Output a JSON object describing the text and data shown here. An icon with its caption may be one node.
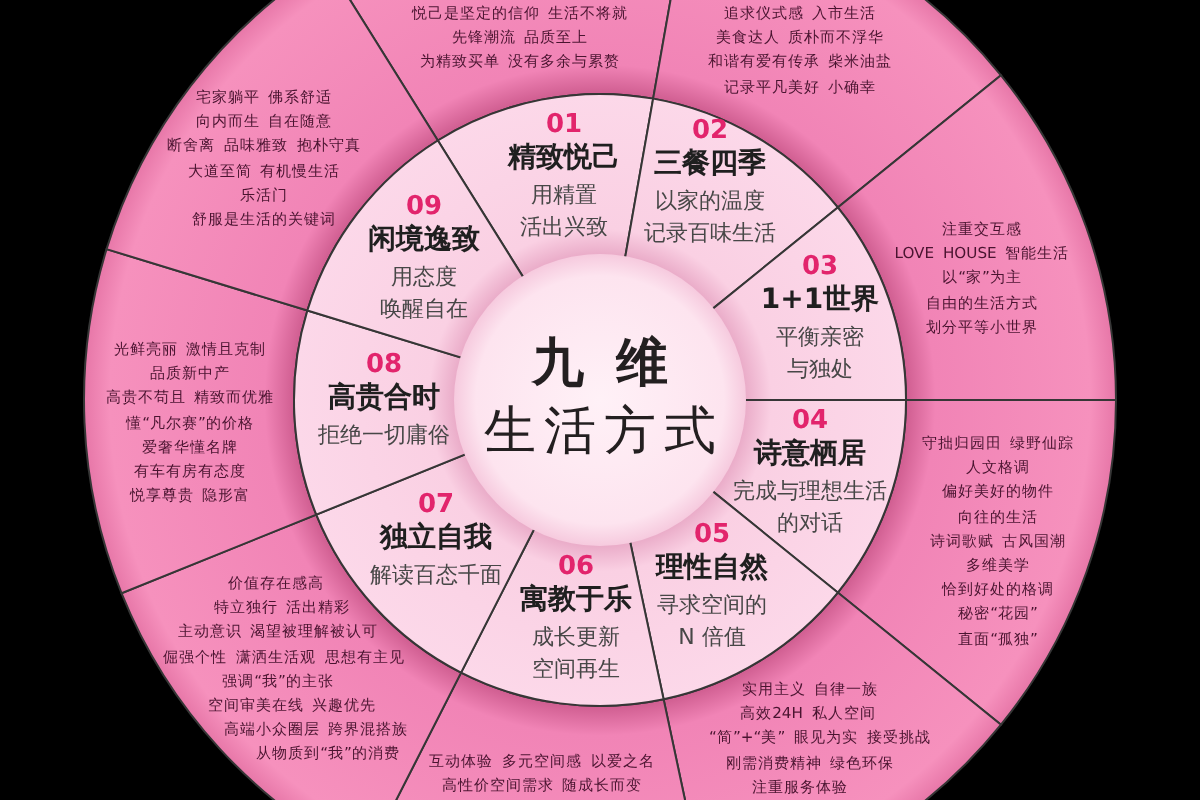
{
  "diagram": {
    "nodes": [
      {
        "text": [
          "九维",
          "生活方式"
        ]
      },
      {
        "text": [
          "01",
          "精致悦己",
          "用精置活出兴致"
        ]
      },
      {
        "text": [
          "02",
          "三餐四季",
          "以家的温度记录百味生活"
        ]
      },
      {
        "text": [
          "03",
          "1+1世界",
          "平衡亲密与独处"
        ]
      },
      {
        "text": [
          "04",
          "诗意栖居",
          "完成与理想生活的对话"
        ]
      },
      {
        "text": [
          "05",
          "理性自然",
          "寻求空间的N 倍值"
        ]
      },
      {
        "text": [
          "06",
          "寓教于乐",
          "成长更新空间再生"
        ]
      },
      {
        "text": [
          "07",
          "独立自我",
          "解读百态千面"
        ]
      },
      {
        "text": [
          "08",
          "高贵合时",
          "拒绝一切庸俗"
        ]
      },
      {
        "text": [
          "09",
          "闲境逸致",
          "用态度唤醒自在"
        ]
      },
      {
        "text": [
          "悦己是坚定的信仰 生活不将就",
          "先锋潮流 品质至上",
          "为精致买单 没有多余与累赘"
        ]
      },
      {
        "text": [
          "追求仪式感 入市生活",
          "美食达人 质朴而不浮华",
          "和谐有爱有传承 柴米油盐",
          "记录平凡美好 小确幸"
        ]
      },
      {
        "text": [
          "注重交互感",
          "LOVE HOUSE 智能生活",
          "以“家”为主",
          "自由的生活方式",
          "划分平等小世界"
        ]
      },
      {
        "text": [
          "守拙归园田 绿野仙踪",
          "人文格调",
          "偏好美好的物件",
          "向往的生活",
          "诗词歌赋 古风国潮",
          "多维美学",
          "恰到好处的格调",
          "秘密“花园”",
          "直面“孤独”"
        ]
      },
      {
        "text": [
          "实用主义 自律一族",
          "高效24H 私人空间",
          "“简”+“美” 眼见为实 接受挑战",
          "刚需消费精神 绿色环保",
          "注重服务体验"
        ]
      },
      {
        "text": [
          "互动体验 多元空间感 以爱之名",
          "高性价空间需求 随成长而变"
        ]
      },
      {
        "text": [
          "价值存在感高",
          "特立独行 活出精彩",
          "主动意识 渴望被理解被认可",
          "倔强个性 潇洒生活观 思想有主见",
          "强调“我”的主张",
          "空间审美在线 兴趣优先",
          "高端小众圈层 跨界混搭族",
          "从物质到“我”的消费"
        ]
      },
      {
        "text": [
          "光鲜亮丽 激情且克制",
          "品质新中产",
          "高贵不苟且 精致而优雅",
          "懂“凡尔赛”的价格",
          "爱奢华懂名牌",
          "有车有房有态度",
          "悦享尊贵 隐形富"
        ]
      },
      {
        "text": [
          "宅家躺平 佛系舒适",
          "向内而生 自在随意",
          "断舍离 品味雅致 抱朴守真",
          "大道至简 有机慢生活",
          "乐活门",
          "舒服是生活的关键词"
        ]
      }
    ]
  }
}
